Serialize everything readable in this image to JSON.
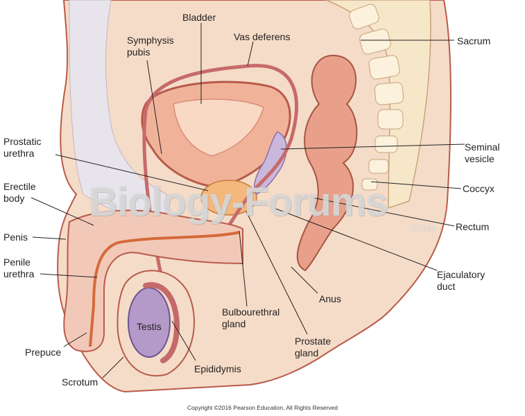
{
  "labels": {
    "bladder": "Bladder",
    "symphysis_pubis": [
      "Symphysis",
      "pubis"
    ],
    "vas_deferens": "Vas deferens",
    "sacrum": "Sacrum",
    "prostatic_urethra": [
      "Prostatic",
      "urethra"
    ],
    "seminal_vesicle": [
      "Seminal",
      "vesicle"
    ],
    "erectile_body": [
      "Erectile",
      "body"
    ],
    "coccyx": "Coccyx",
    "penis": "Penis",
    "rectum": "Rectum",
    "penile_urethra": [
      "Penile",
      "urethra"
    ],
    "ejaculatory_duct": [
      "Ejaculatory",
      "duct"
    ],
    "anus": "Anus",
    "bulbourethral_gland": [
      "Bulbourethral",
      "gland"
    ],
    "testis": "Testis",
    "prostate_gland": [
      "Prostate",
      "gland"
    ],
    "prepuce": "Prepuce",
    "epididymis": "Epididymis",
    "scrotum": "Scrotum"
  },
  "watermark": {
    "main": "Biology-Forums",
    "sub": ".COM"
  },
  "copyright": "Copyright ©2016 Pearson Education, All Rights Reserved",
  "colors": {
    "skin": "#f4dcc8",
    "skin_outline": "#b85a4a",
    "tissue_pink": "#f2c9b8",
    "bladder": "#f0b39a",
    "duct": "#c86a6a",
    "testis": "#b49ac8",
    "spine": "#f6e7c9",
    "rectum": "#e8a08a"
  }
}
